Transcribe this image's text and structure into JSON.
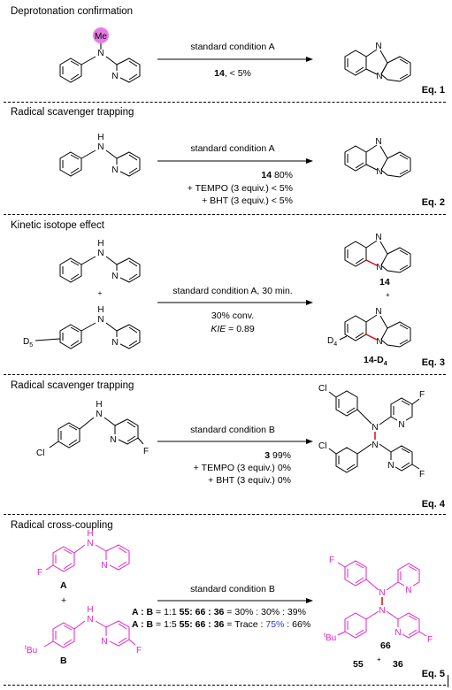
{
  "eq1": {
    "title": "Deprotonation confirmation",
    "condition": "standard condition A",
    "result_bold": "14",
    "result_rest": ", < 5%",
    "label_prefix": "Eq. ",
    "label_num": "1",
    "me_label": "Me"
  },
  "eq2": {
    "title": "Radical scavenger trapping",
    "condition": "standard condition A",
    "result_bold": "14",
    "result_rest": " 80%",
    "line2": "+ TEMPO (3 equiv.) < 5%",
    "line3": "+ BHT  (3 equiv.) < 5%",
    "label_prefix": "Eq. ",
    "label_num": "2"
  },
  "eq3": {
    "title": "Kinetic isotope effect",
    "condition": "standard condition A, 30 min.",
    "conv": "30% conv.",
    "kie_label": "KIE",
    "kie_value": " = 0.89",
    "plus": "+",
    "product_label": "14",
    "product_label_d": "14-D",
    "product_sub": "4",
    "label_prefix": "Eq. ",
    "label_num": "3",
    "d5": "D",
    "d5_sub": "5",
    "d4": "D",
    "d4_sub": "4"
  },
  "eq4": {
    "title": "Radical scavenger trapping",
    "condition": "standard condition B",
    "result_bold": "3",
    "result_rest": " 99%",
    "line2": "+ TEMPO (3 equiv.) 0%",
    "line3": "+ BHT (3 equiv.) 0%",
    "label_prefix": "Eq. ",
    "label_num": "4"
  },
  "eq5": {
    "title": "Radical cross-coupling",
    "condition": "standard condition B",
    "row1_ratio": "A : B",
    "row1_ratio_val": " = 1:1  ",
    "row1_prod": "55: 66 : 36",
    "row1_vals": " =   30% : 30% : 39%",
    "row2_ratio": "A : B",
    "row2_ratio_val": " = 1:5  ",
    "row2_prod": "55: 66 : 36",
    "row2_vals_a": " = Trace : ",
    "row2_vals_blue": "75%",
    "row2_vals_b": " : 66%",
    "label_A": "A",
    "label_B": "B",
    "plus": "+",
    "product_label": "66",
    "byproducts_a": "55",
    "byproducts_plus": "+",
    "byproducts_b": "36",
    "label_prefix": "Eq. ",
    "label_num": "5",
    "tbu": "Bu",
    "tbu_sup": "t"
  },
  "atoms": {
    "N": "N",
    "H": "H",
    "F": "F",
    "Cl": "Cl"
  },
  "colors": {
    "magenta": "#e020c8",
    "red": "#d41010",
    "blue": "#2a36e8",
    "me_circle": "#e87ae8"
  }
}
